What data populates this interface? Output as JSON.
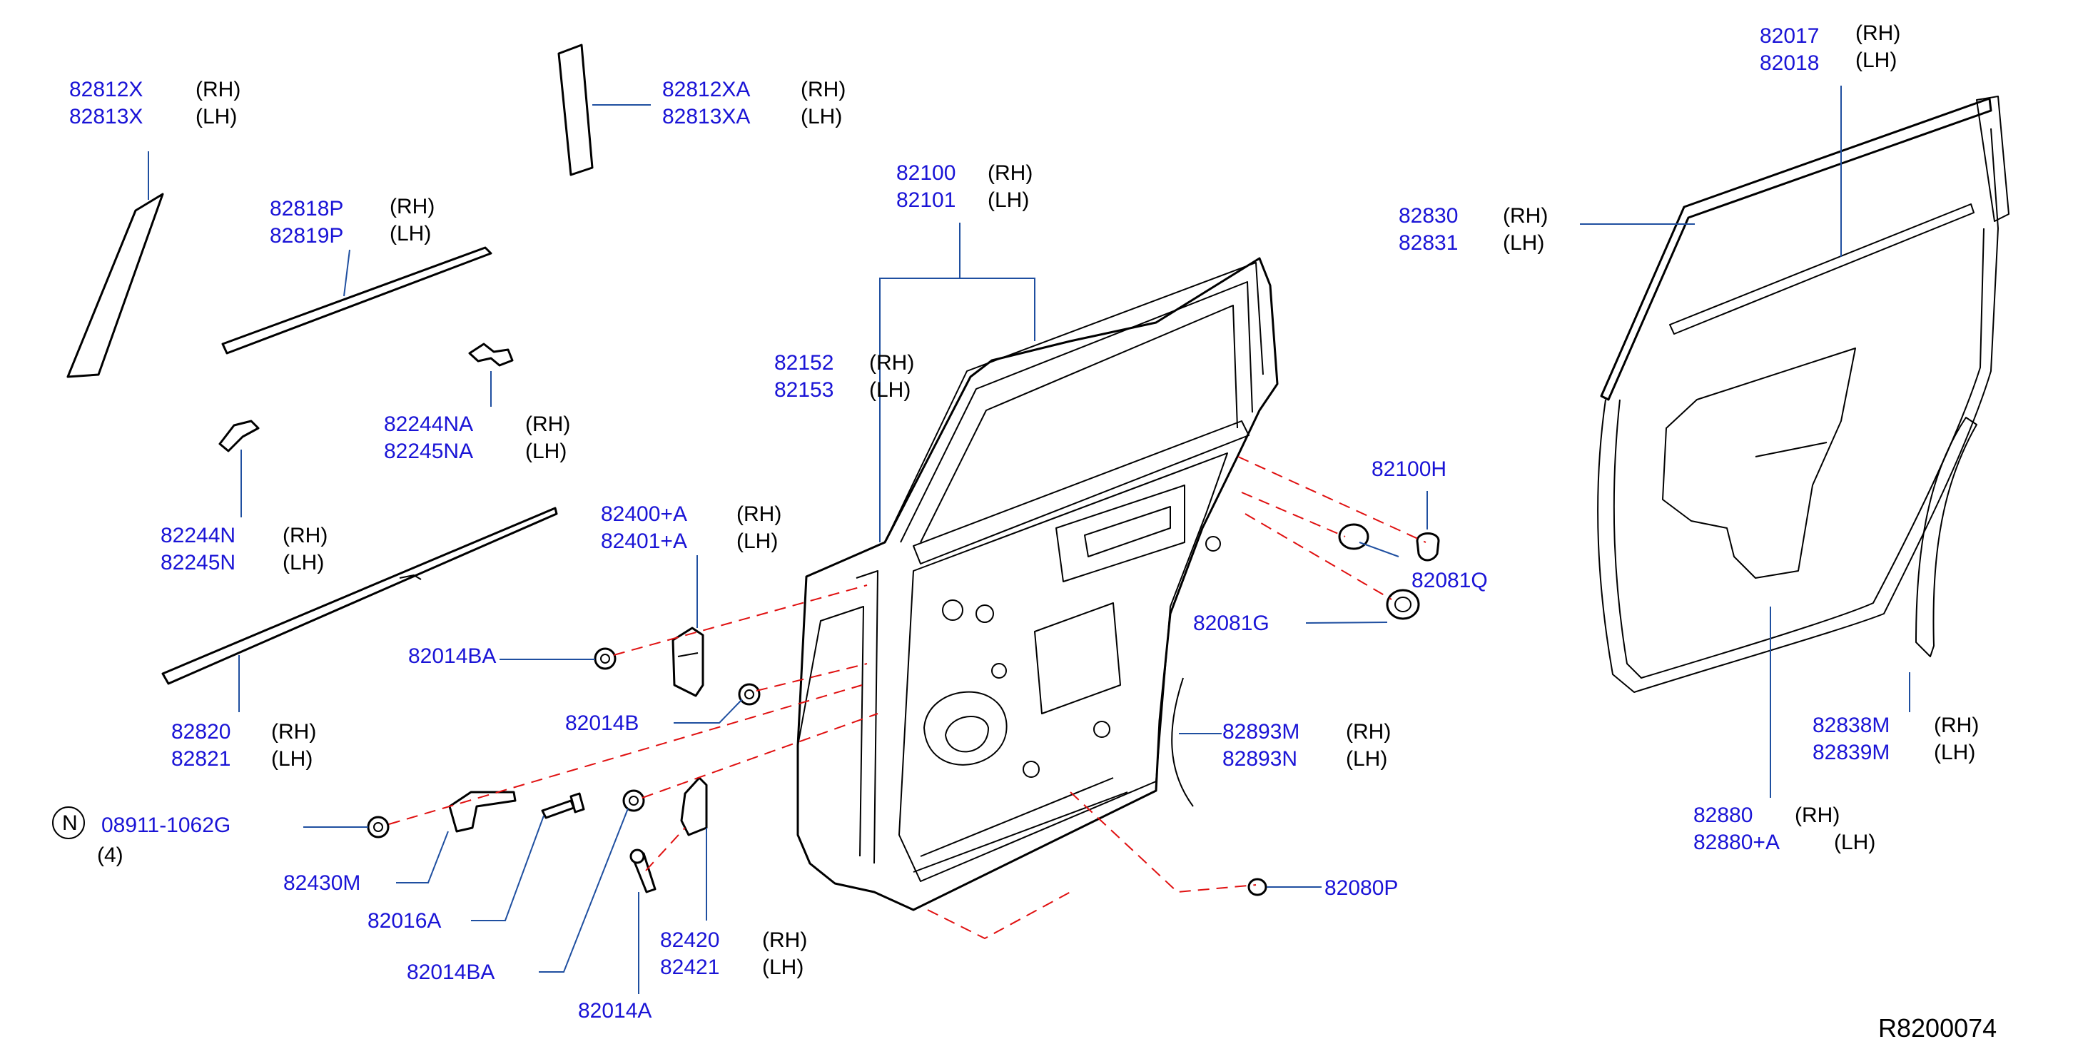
{
  "diagram_ref": "R8200074",
  "side_rh": "(RH)",
  "side_lh": "(LH)",
  "labels": {
    "p82812X": "82812X",
    "p82813X": "82813X",
    "p82812XA": "82812XA",
    "p82813XA": "82813XA",
    "p82818P": "82818P",
    "p82819P": "82819P",
    "p82244NA": "82244NA",
    "p82245NA": "82245NA",
    "p82244N": "82244N",
    "p82245N": "82245N",
    "p82820": "82820",
    "p82821": "82821",
    "p82100": "82100",
    "p82101": "82101",
    "p82152": "82152",
    "p82153": "82153",
    "p82400A": "82400+A",
    "p82401A": "82401+A",
    "p82014BA_top": "82014BA",
    "p82014B": "82014B",
    "p08911": "08911-1062G",
    "n_symbol": "N",
    "qty": "(4)",
    "p82430M": "82430M",
    "p82016A": "82016A",
    "p82014BA_bottom": "82014BA",
    "p82014A": "82014A",
    "p82420": "82420",
    "p82421": "82421",
    "p82100H": "82100H",
    "p82081Q": "82081Q",
    "p82081G": "82081G",
    "p82893M": "82893M",
    "p82893N": "82893N",
    "p82080P": "82080P",
    "p82017": "82017",
    "p82018": "82018",
    "p82830": "82830",
    "p82831": "82831",
    "p82838M": "82838M",
    "p82839M": "82839M",
    "p82880": "82880",
    "p82880A": "82880+A"
  }
}
